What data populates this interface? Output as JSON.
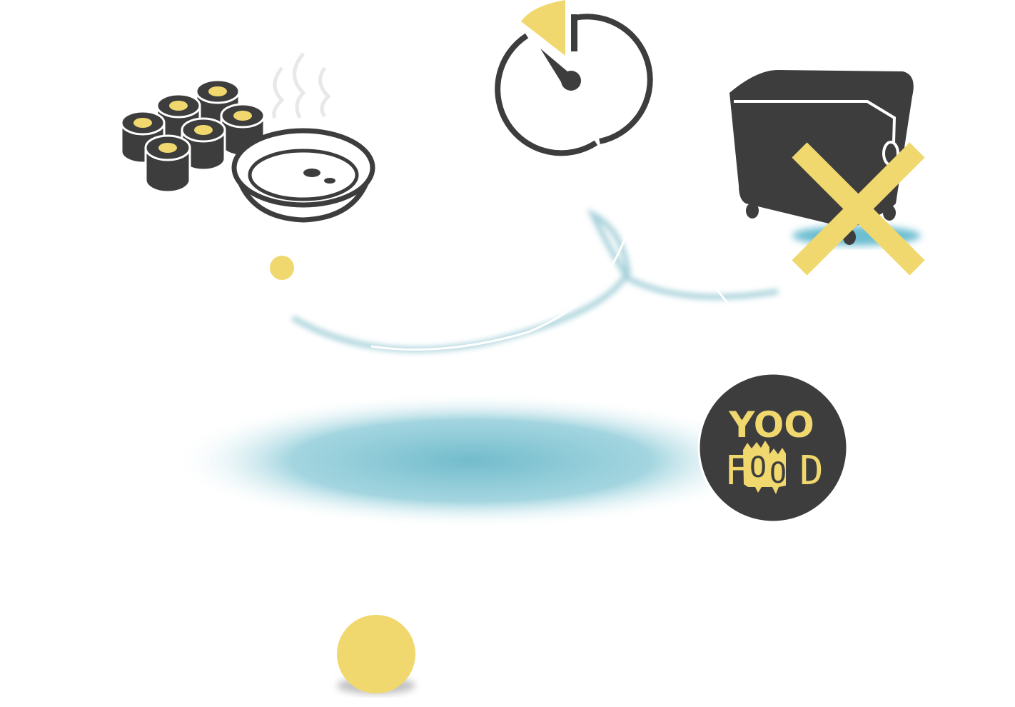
{
  "colors": {
    "yellow": "#f0d86e",
    "dark": "#3d3d3d",
    "teal": "#6bb8c9"
  },
  "logo": {
    "line1": "YOO",
    "line2_f": "F",
    "line2_o1": "O",
    "line2_o2": "O",
    "line2_d": "D"
  }
}
